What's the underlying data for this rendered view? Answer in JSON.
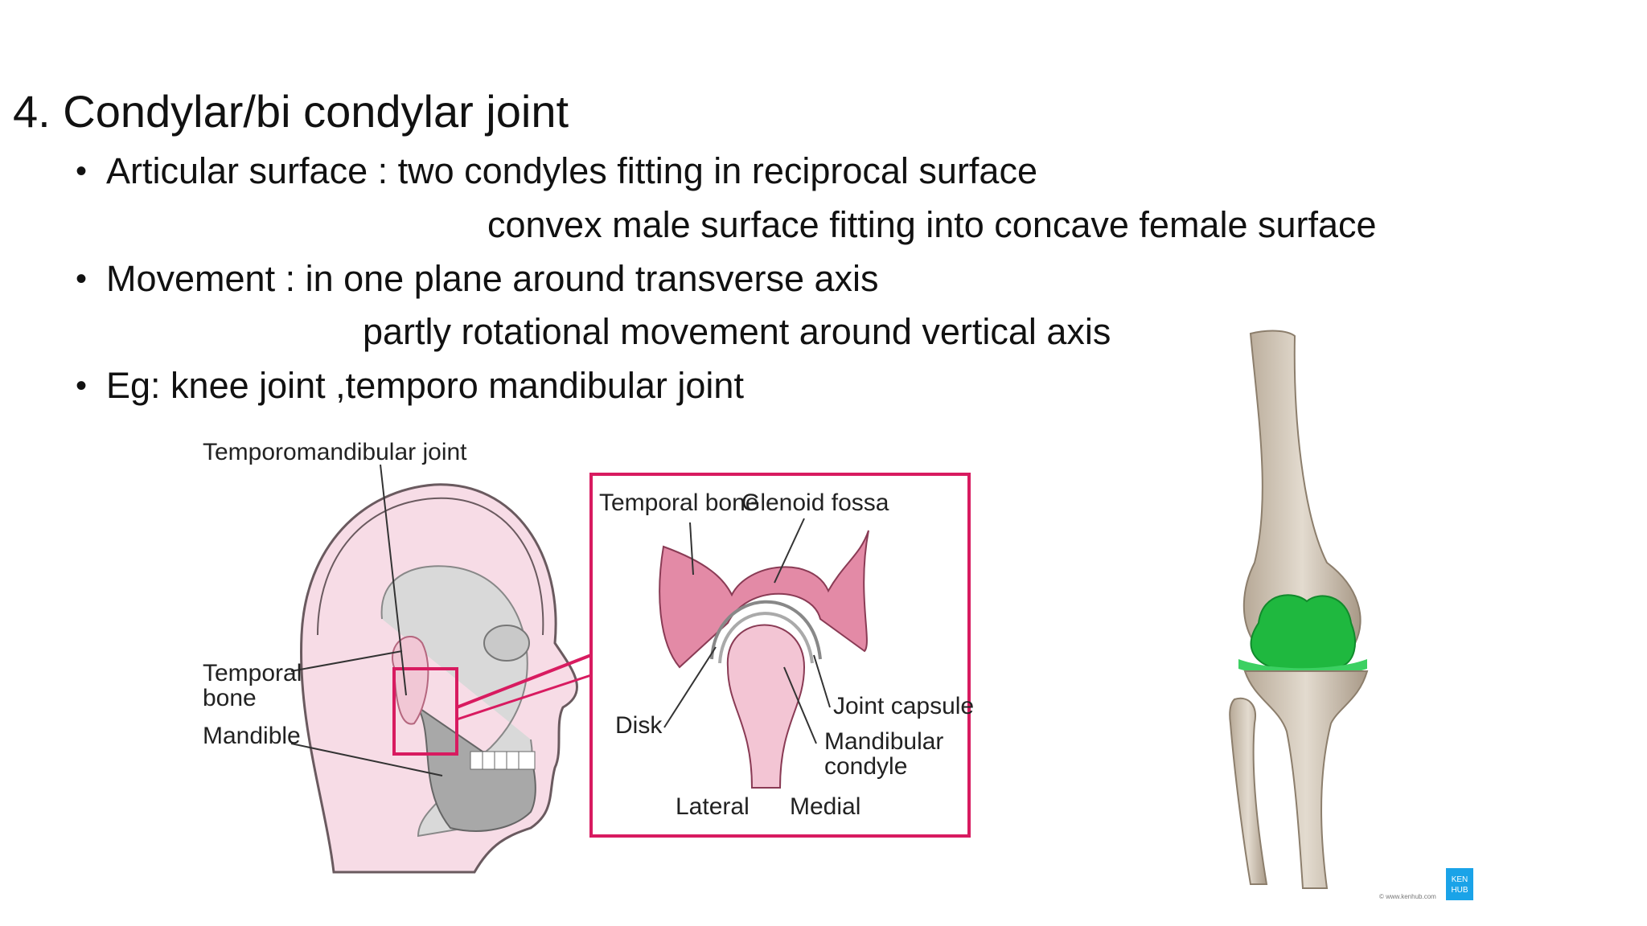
{
  "slide": {
    "title": "4. Condylar/bi condylar joint",
    "bullets": [
      {
        "text": "Articular surface : two condyles fitting in reciprocal surface",
        "continuation": "convex male surface fitting into concave female surface"
      },
      {
        "text": "Movement : in one plane around transverse axis",
        "continuation": "partly rotational movement around vertical axis"
      },
      {
        "text": "Eg: knee joint ,temporo mandibular joint",
        "continuation": ""
      }
    ]
  },
  "tmj_figure": {
    "label_tmj": "Temporomandibular joint",
    "label_temporal": "Temporal",
    "label_temporal_2": "bone",
    "label_mandible": "Mandible",
    "inset": {
      "label_temporal_bone": "Temporal bone",
      "label_glenoid": "Glenoid fossa",
      "label_disk": "Disk",
      "label_capsule": "Joint capsule",
      "label_condyle": "Mandibular",
      "label_condyle_2": "condyle",
      "label_lateral": "Lateral",
      "label_medial": "Medial"
    },
    "colors": {
      "frame": "#d81b60",
      "bone_pink": "#e38aa6",
      "skin": "#f6d9e3"
    }
  },
  "knee_figure": {
    "badge_line1": "KEN",
    "badge_line2": "HUB",
    "credit": "© www.kenhub.com",
    "colors": {
      "highlight": "#1fb83f",
      "badge": "#1aa3e8",
      "bone": "#cfc3b2"
    }
  }
}
